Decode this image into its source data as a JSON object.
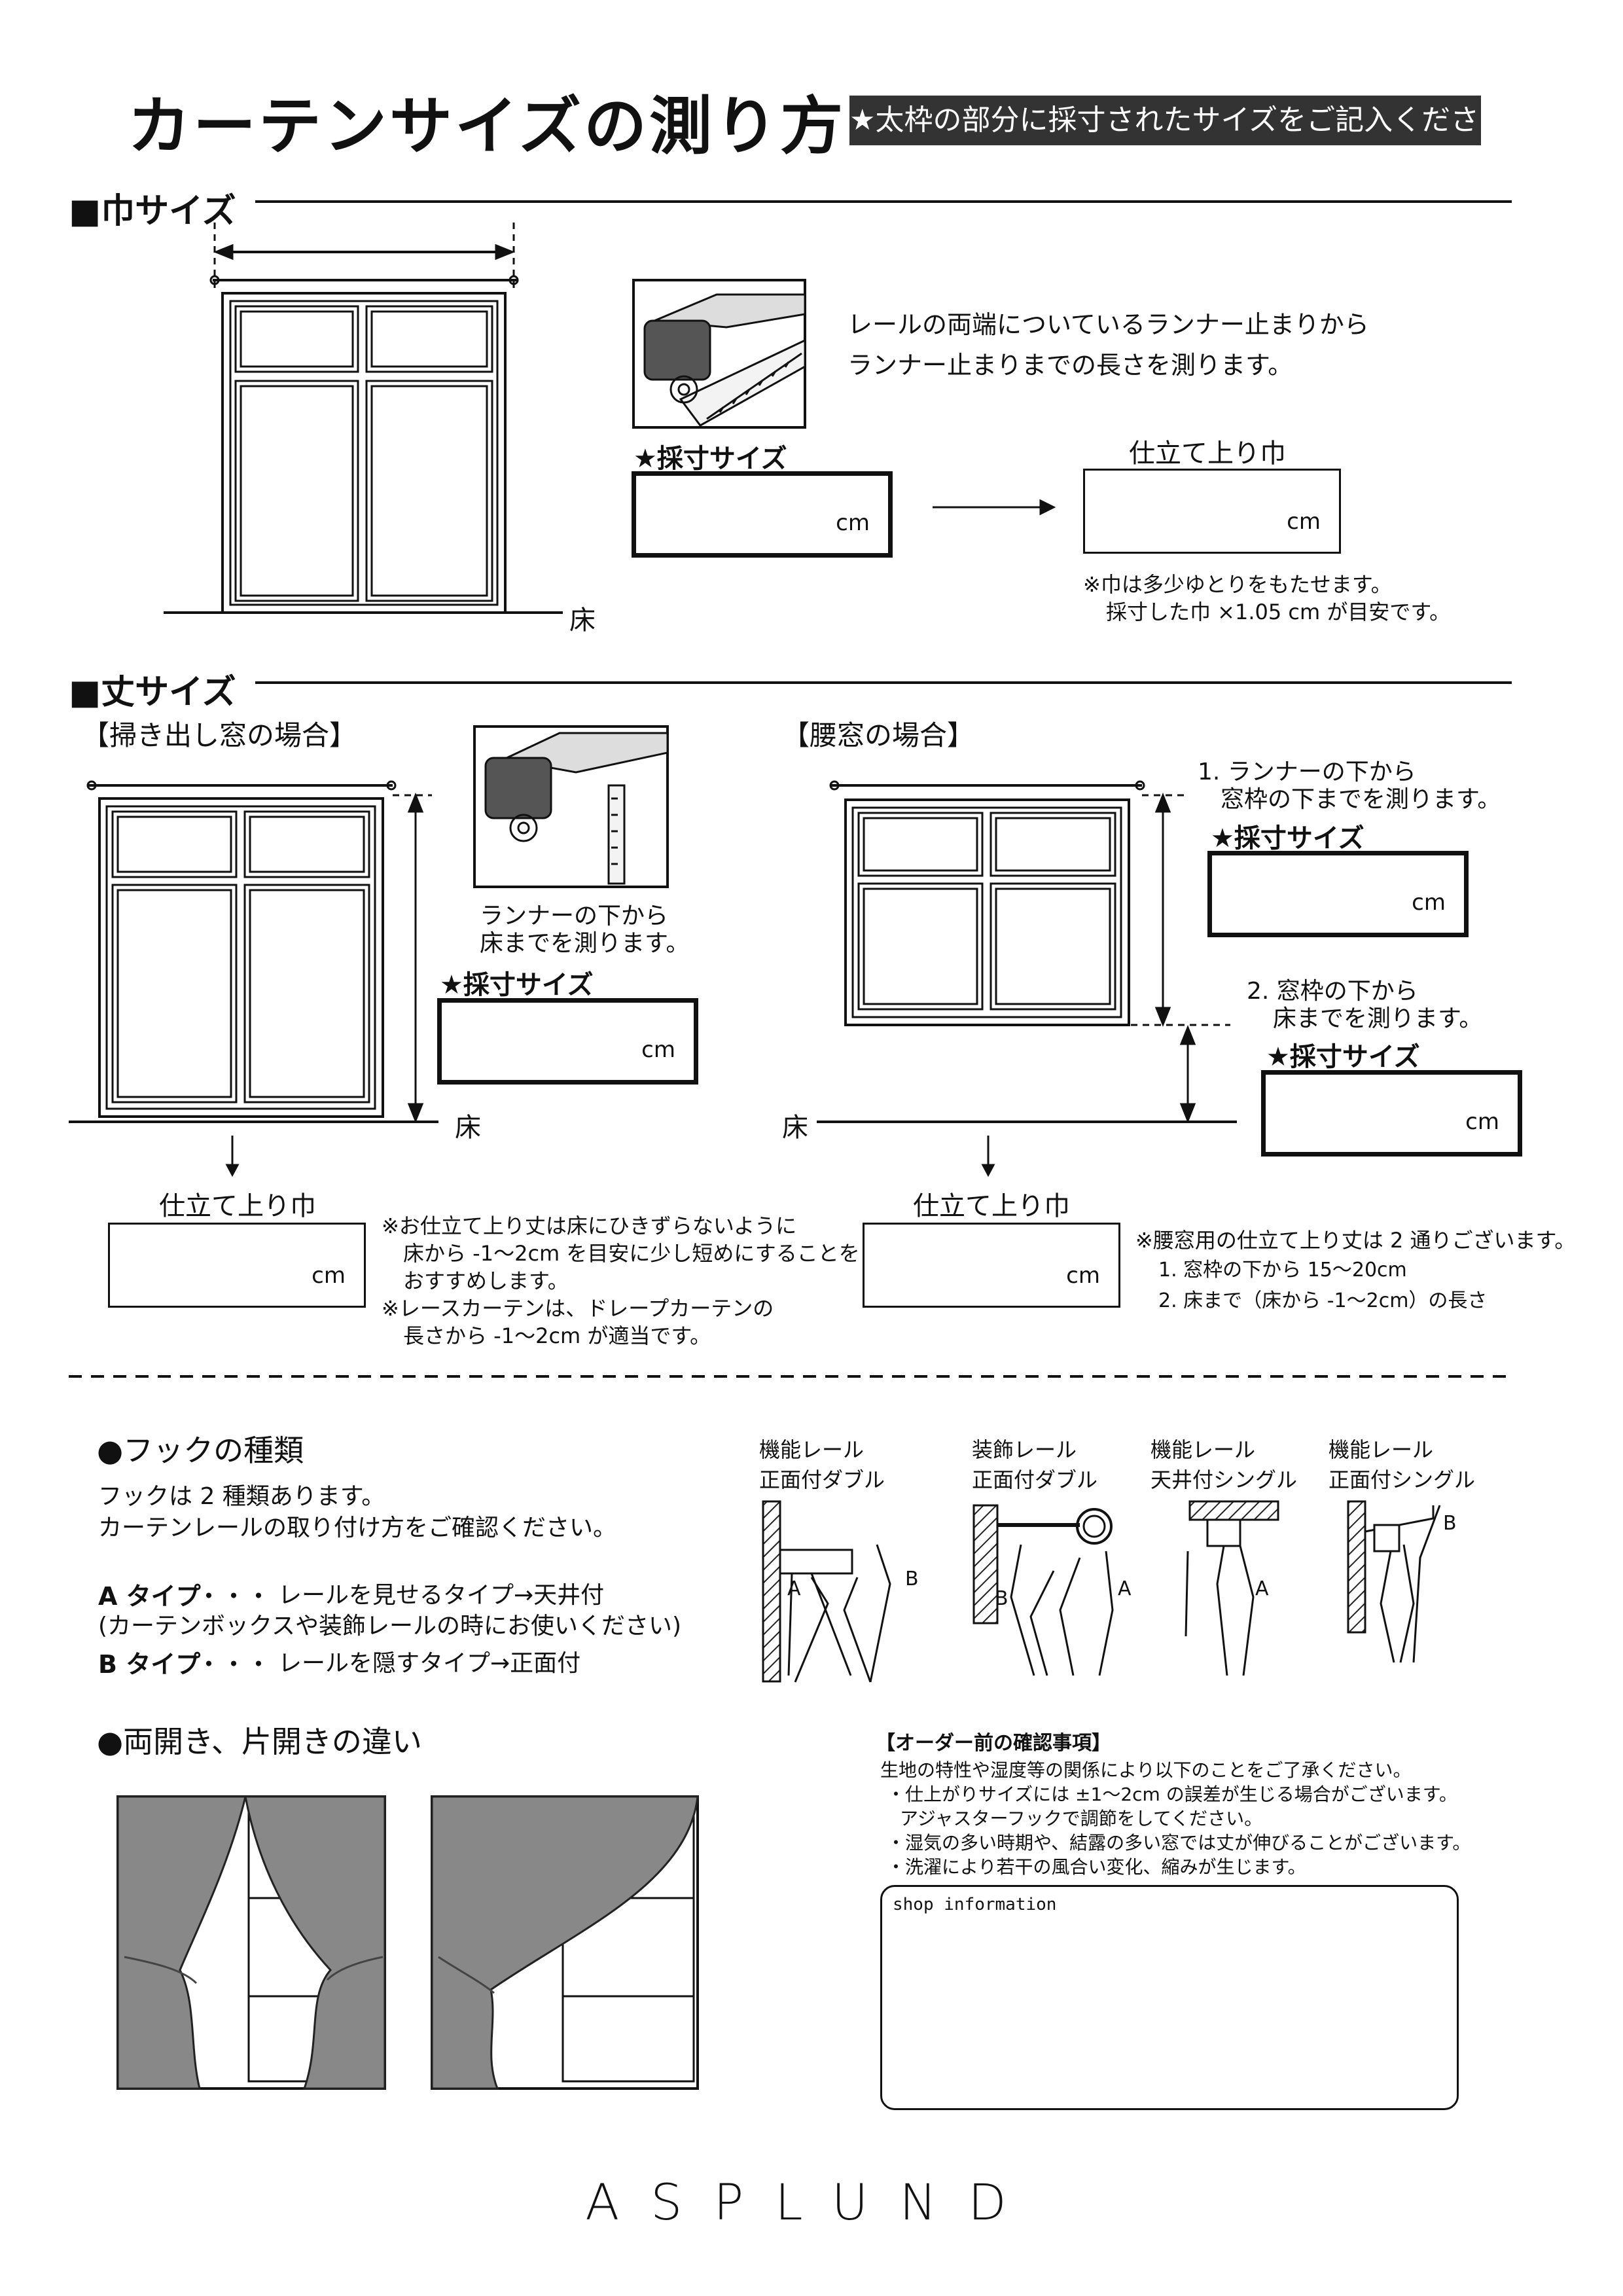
{
  "title": "カーテンサイズの測り方",
  "banner": "★太枠の部分に採寸されたサイズをご記入ください。",
  "width": {
    "heading": "■巾サイズ",
    "desc1": "レールの両端についているランナー止まりから",
    "desc2": "ランナー止まりまでの長さを測ります。",
    "measure_label": "★採寸サイズ",
    "finish_label": "仕立て上り巾",
    "unit": "cm",
    "floor": "床",
    "note1": "※巾は多少ゆとりをもたせます。",
    "note2": "採寸した巾 ×1.05 cm が目安です。"
  },
  "length": {
    "heading": "■丈サイズ",
    "floor_window": {
      "title": "【掃き出し窓の場合】",
      "desc1": "ランナーの下から",
      "desc2": "床までを測ります。",
      "measure_label": "★採寸サイズ",
      "finish_label": "仕立て上り巾",
      "unit": "cm",
      "floor": "床",
      "note1": "※お仕立て上り丈は床にひきずらないように",
      "note2": "床から -1～2cm を目安に少し短めにすることを",
      "note3": "おすすめします。",
      "note4": "※レースカーテンは、ドレープカーテンの",
      "note5": "長さから -1～2cm が適当です。"
    },
    "waist_window": {
      "title": "【腰窓の場合】",
      "step1a": "1. ランナーの下から",
      "step1b": "窓枠の下までを測ります。",
      "measure1_label": "★採寸サイズ",
      "step2a": "2. 窓枠の下から",
      "step2b": "床までを測ります。",
      "measure2_label": "★採寸サイズ",
      "finish_label": "仕立て上り巾",
      "unit": "cm",
      "floor": "床",
      "note1": "※腰窓用の仕立て上り丈は 2 通りございます。",
      "note2": "1. 窓枠の下から 15～20cm",
      "note3": "2. 床まで（床から -1～2cm）の長さ"
    }
  },
  "hooks": {
    "heading": "●フックの種類",
    "line1": "フックは 2 種類あります。",
    "line2": "カーテンレールの取り付け方をご確認ください。",
    "a_type": "A タイプ",
    "a_dots": "・・・",
    "a_desc": "レールを見せるタイプ→天井付",
    "a_note": "(カーテンボックスや装飾レールの時にお使いください)",
    "b_type": "B タイプ",
    "b_dots": "・・・",
    "b_desc": "レールを隠すタイプ→正面付",
    "rails": [
      {
        "line1": "機能レール",
        "line2": "正面付ダブル"
      },
      {
        "line1": "装飾レール",
        "line2": "正面付ダブル"
      },
      {
        "line1": "機能レール",
        "line2": "天井付シングル"
      },
      {
        "line1": "機能レール",
        "line2": "正面付シングル"
      }
    ],
    "letter_a": "A",
    "letter_b": "B"
  },
  "opening": {
    "heading": "●両開き、片開きの違い"
  },
  "confirm": {
    "heading": "【オーダー前の確認事項】",
    "lines": [
      "生地の特性や湿度等の関係により以下のことをご了承ください。",
      "・仕上がりサイズには ±1～2cm の誤差が生じる場合がございます。",
      "アジャスターフックで調節をしてください。",
      "・湿気の多い時期や、結露の多い窓では丈が伸びることがございます。",
      "・洗濯により若干の風合い変化、縮みが生じます。"
    ]
  },
  "shop": {
    "label": "shop information"
  },
  "brand": "ASPLUND"
}
